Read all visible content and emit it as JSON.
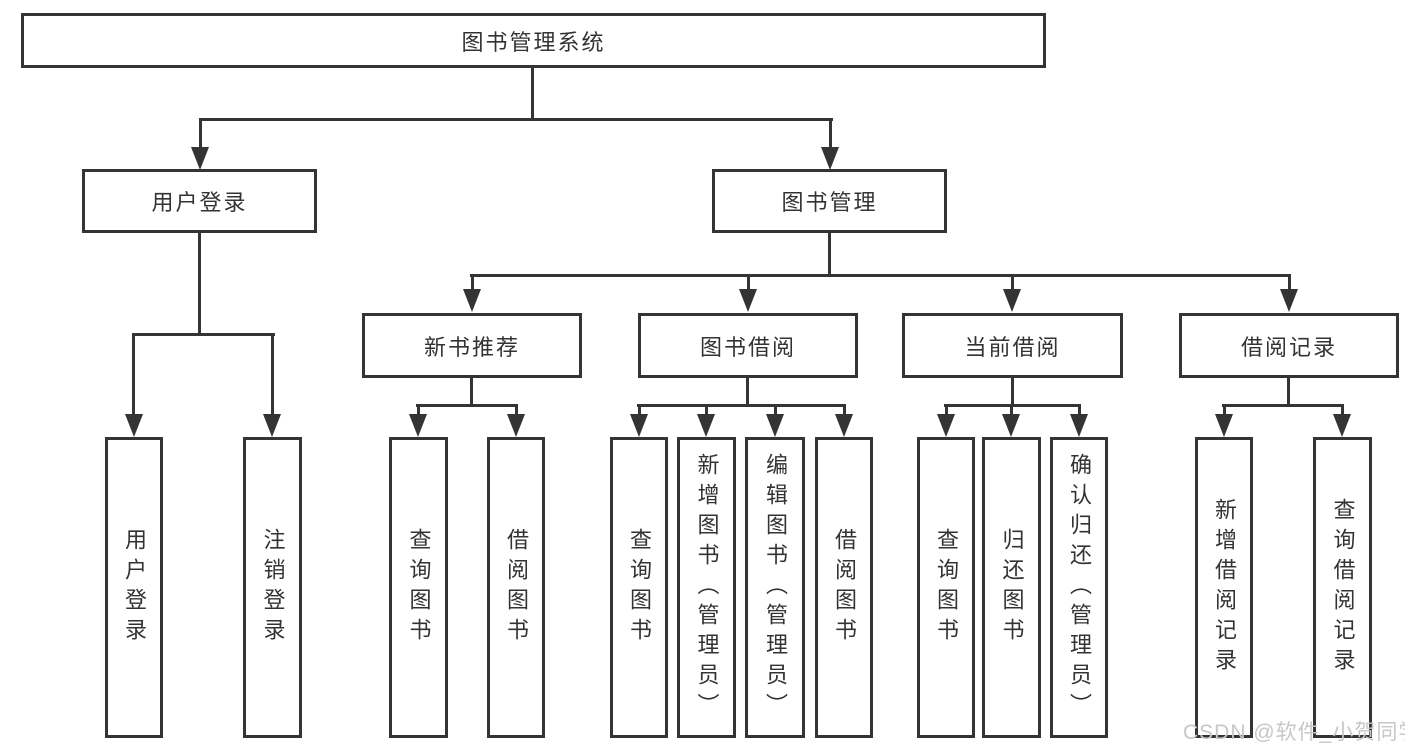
{
  "nodes": {
    "root": "图书管理系统",
    "l2": [
      "用户登录",
      "图书管理"
    ],
    "l3": [
      "新书推荐",
      "图书借阅",
      "当前借阅",
      "借阅记录"
    ],
    "l4_user": [
      "用户登录",
      "注销登录"
    ],
    "l4_newbook": [
      "查询图书",
      "借阅图书"
    ],
    "l4_borrow": [
      "查询图书",
      "新增图书（管理员）",
      "编辑图书（管理员）",
      "借阅图书"
    ],
    "l4_current": [
      "查询图书",
      "归还图书",
      "确认归还（管理员）"
    ],
    "l4_records": [
      "新增借阅记录",
      "查询借阅记录"
    ]
  },
  "watermark": "CSDN @软件_小贺同学",
  "colors": {
    "line": "#343434",
    "text": "#333333",
    "background": "#ffffff",
    "watermark": "#c7c7c7"
  }
}
